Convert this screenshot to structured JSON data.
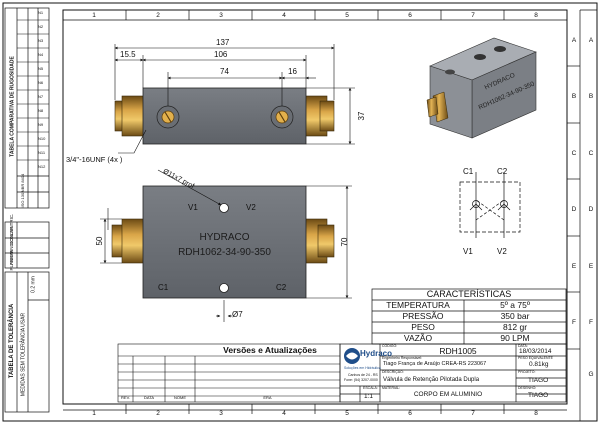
{
  "zones": {
    "top": [
      "1",
      "2",
      "3",
      "4",
      "5",
      "6",
      "7",
      "8"
    ],
    "side": [
      "A",
      "B",
      "C",
      "D",
      "E",
      "F",
      "G"
    ]
  },
  "left_strip": {
    "rugosidade": "TABELA COMPARATIVA DE RUGOSIDADE",
    "rug_cols": [
      "NBR 8404",
      "ISO 1302",
      "N"
    ],
    "rug_vals": [
      "N1",
      "N2",
      "N3",
      "N4",
      "N5",
      "N6",
      "N7",
      "N8",
      "N9",
      "N10",
      "N11",
      "N12"
    ],
    "checks": [
      "CONCENTRIC.",
      "PERPENDICULAR.",
      "PLANEZA"
    ],
    "tolerancia_title": "TABELA DE TOLERÂNCIA",
    "tolerancia_line": "MEDIDAS SEM TOLERÂNCIA USAR",
    "tolerancia_val": "0.2 mm"
  },
  "dims": {
    "d137": "137",
    "d15_5": "15.5",
    "d106": "106",
    "d74": "74",
    "d16": "16",
    "d37": "37",
    "thread": "3/4\"-16UNF (4x )",
    "hole": "Ø11x7 prof",
    "d50": "50",
    "d70": "70",
    "d7": "Ø7"
  },
  "front_view": {
    "line1": "HYDRACO",
    "line2": "RDH1062-34-90-350",
    "v1": "V1",
    "v2": "V2",
    "c1": "C1",
    "c2": "C2"
  },
  "iso_view": {
    "line1": "HYDRACO",
    "line2": "RDH1062-34-90-350"
  },
  "schematic": {
    "c1": "C1",
    "c2": "C2",
    "v1": "V1",
    "v2": "V2"
  },
  "characteristics": {
    "title": "CARACTERÍSTICAS",
    "rows": [
      {
        "label": "TEMPERATURA",
        "value": "5º a 75º"
      },
      {
        "label": "PRESSÃO",
        "value": "350 bar"
      },
      {
        "label": "PESO",
        "value": "812 gr"
      },
      {
        "label": "VAZÃO",
        "value": "90 LPM"
      }
    ]
  },
  "revisions": {
    "title": "Versões e Atualizações",
    "headers": [
      "REV.",
      "DATA",
      "NOME",
      "ERA"
    ]
  },
  "title_block": {
    "logo": "Hydraco",
    "logo_sub": "Soluções em Hidráulica",
    "address1": "Canhos de 24 - RS",
    "address2": "Fone: (54) 3207-0000",
    "code_label": "CÓDIGO:",
    "code": "RDH1005",
    "engineer_label": "Engenheiro Responsável:",
    "engineer": "Tiago França de Araújo CREA-RS 223067",
    "desc_label": "DESCRIÇÃO:",
    "description": "Válvula de Retenção Pilotada Dupla",
    "material_label": "MATERIAL:",
    "material": "CORPO EM ALUMINIO",
    "scale_label": "ESCALA:",
    "scale": "1:1",
    "date_label": "DATA:",
    "date": "18/03/2014",
    "weight_label": "PESO EQUIVALENTE",
    "weight": "0.81kg",
    "project_label": "PROJETO:",
    "project": "TIAGO",
    "drawn_label": "DESENHO:",
    "drawn": "TIAGO"
  }
}
